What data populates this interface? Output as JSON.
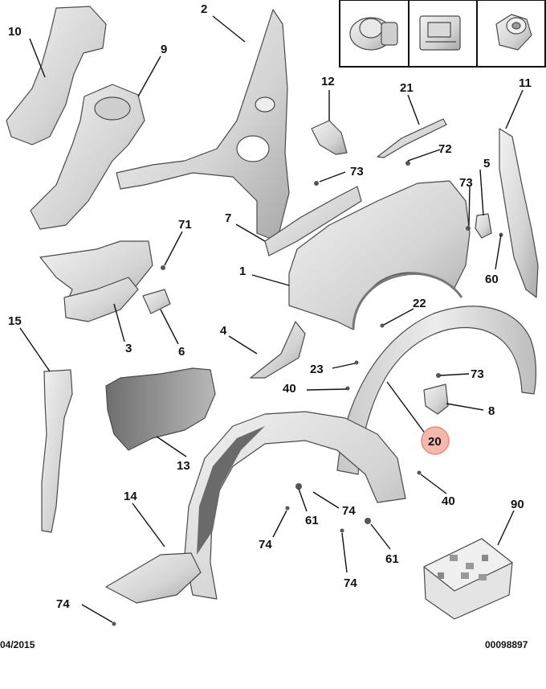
{
  "footer": {
    "date": "04/2015",
    "reference": "00098897"
  },
  "highlight_color": "#f4b8b0",
  "callouts": {
    "c1": "1",
    "c2": "2",
    "c3": "3",
    "c4": "4",
    "c5": "5",
    "c6": "6",
    "c7": "7",
    "c8": "8",
    "c9": "9",
    "c10": "10",
    "c11": "11",
    "c12": "12",
    "c13": "13",
    "c14": "14",
    "c15": "15",
    "c20": "20",
    "c21": "21",
    "c22": "22",
    "c23": "23",
    "c40a": "40",
    "c40b": "40",
    "c60": "60",
    "c61a": "61",
    "c61b": "61",
    "c71": "71",
    "c72": "72",
    "c73a": "73",
    "c73b": "73",
    "c73c": "73",
    "c74a": "74",
    "c74b": "74",
    "c74c": "74",
    "c74d": "74",
    "c90": "90"
  }
}
